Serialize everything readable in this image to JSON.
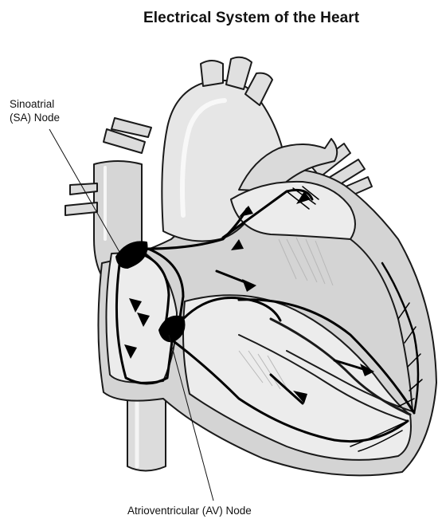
{
  "title": "Electrical System of the Heart",
  "labels": {
    "sa_node_line1": "Sinoatrial",
    "sa_node_line2": "(SA) Node",
    "av_node": "Atrioventricular (AV) Node"
  },
  "colors": {
    "outline": "#1a1a1a",
    "wall_fill": "#d4d4d4",
    "chamber_fill": "#ececec",
    "conduction": "#000000"
  }
}
